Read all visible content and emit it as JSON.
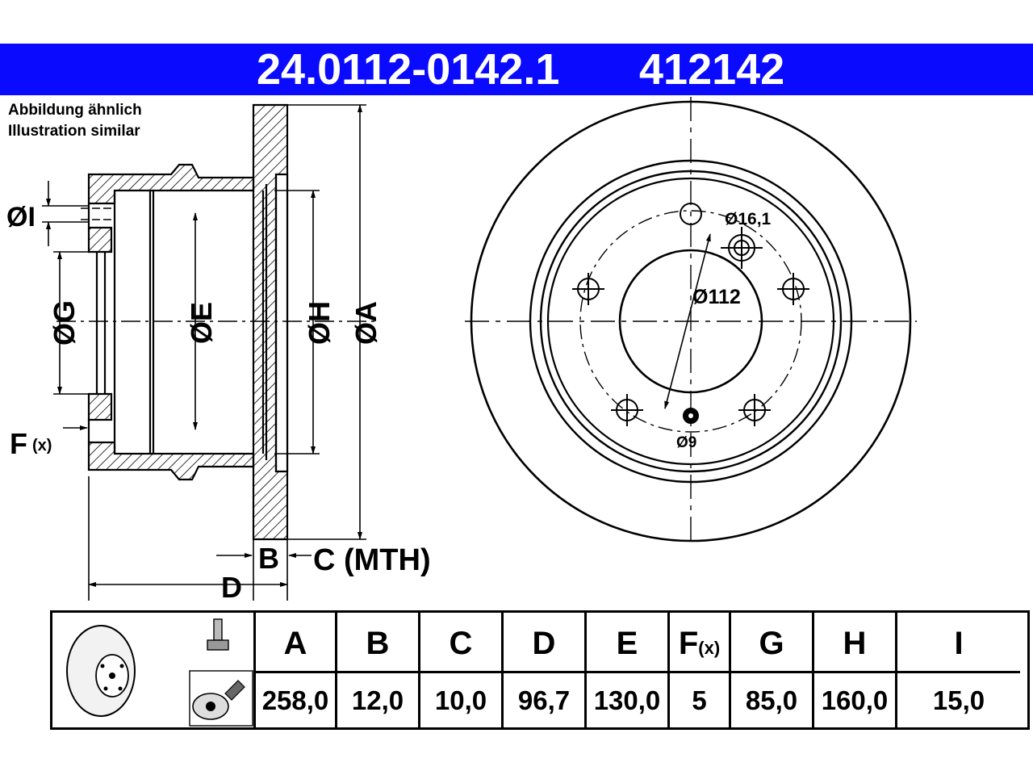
{
  "header": {
    "part_number": "24.0112-0142.1",
    "ref_number": "412142",
    "accent": "#0a0aff"
  },
  "note": {
    "line_de": "Abbildung ähnlich",
    "line_en": "Illustration similar"
  },
  "section_labels": {
    "dia_i": "ØI",
    "dia_g": "ØG",
    "dia_e": "ØE",
    "dia_h": "ØH",
    "dia_a": "ØA",
    "f": "F",
    "f_sub": "(x)",
    "b": "B",
    "c_mth": "C (MTH)",
    "d": "D"
  },
  "front_labels": {
    "hole_dia": "Ø16,1",
    "pcd": "Ø112",
    "pin_dia": "Ø9"
  },
  "table": {
    "columns": [
      {
        "key": "A",
        "label": "A",
        "value": "258,0"
      },
      {
        "key": "B",
        "label": "B",
        "value": "12,0"
      },
      {
        "key": "C",
        "label": "C",
        "value": "10,0"
      },
      {
        "key": "D",
        "label": "D",
        "value": "96,7"
      },
      {
        "key": "E",
        "label": "E",
        "value": "130,0"
      },
      {
        "key": "F",
        "label": "F",
        "label_sub": "(x)",
        "value": "5"
      },
      {
        "key": "G",
        "label": "G",
        "value": "85,0"
      },
      {
        "key": "H",
        "label": "H",
        "value": "160,0"
      },
      {
        "key": "I",
        "label": "I",
        "value": "15,0"
      }
    ],
    "icons": [
      "brake-disc-thumbnail-icon",
      "bolt-icon",
      "wheel-hub-cleaning-icon"
    ]
  }
}
